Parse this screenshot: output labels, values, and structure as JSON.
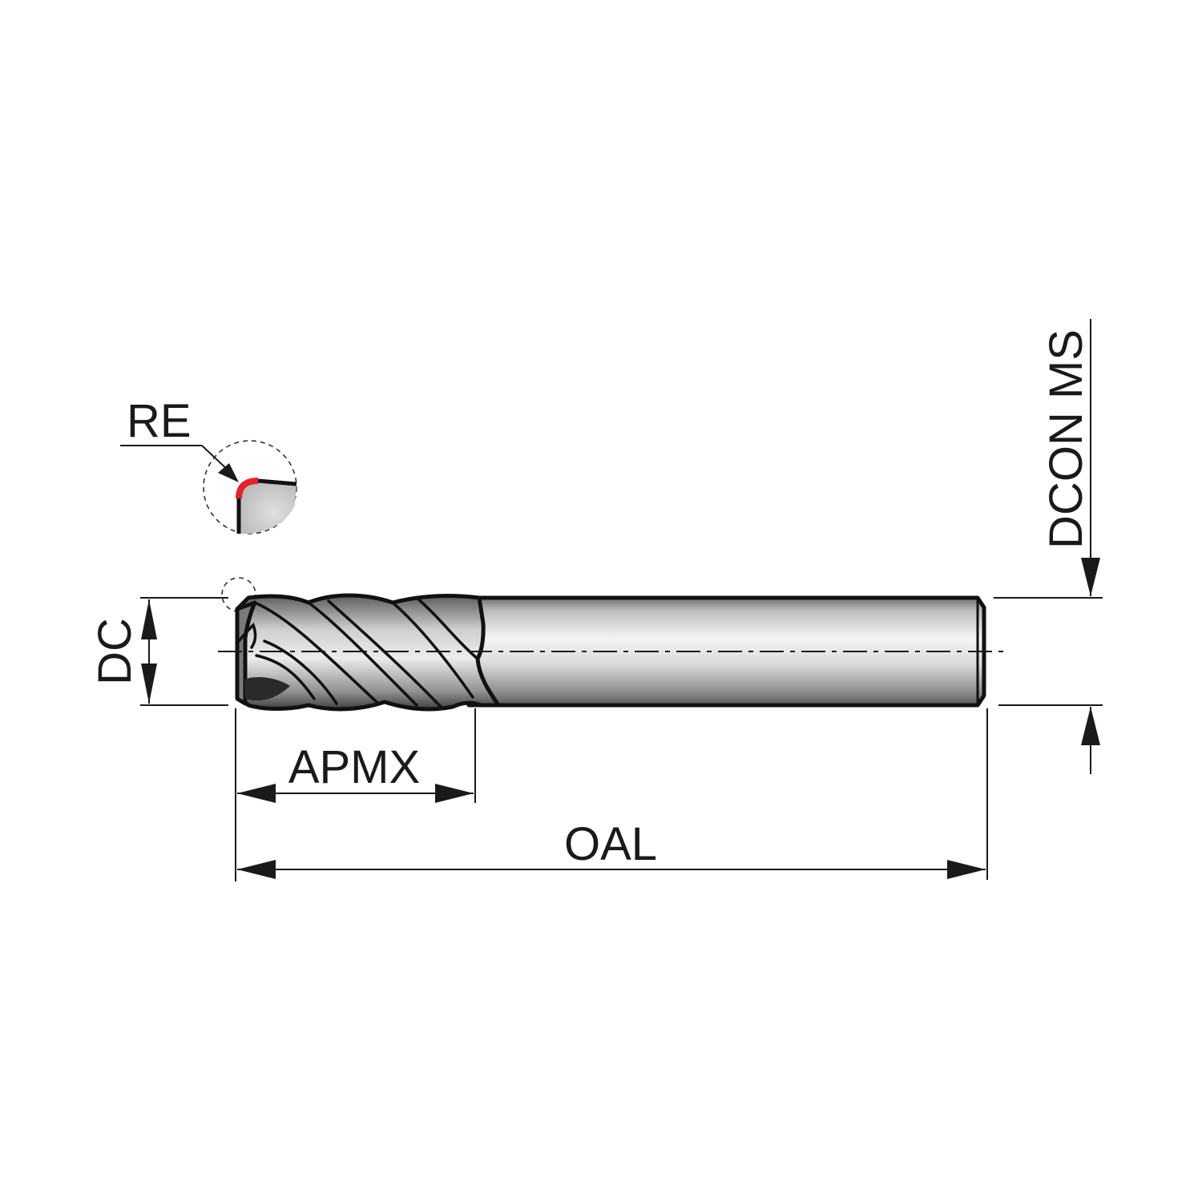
{
  "labels": {
    "re": "RE",
    "dc": "DC",
    "apmx": "APMX",
    "oal": "OAL",
    "dcon_ms": "DCON MS"
  },
  "colors": {
    "line": "#1a1a1a",
    "corner_radius_highlight": "#e8202a",
    "body_shade_light": "#f2f2f2",
    "body_shade_dark": "#8a8a8a",
    "detail_fill": "#d6d6d6"
  }
}
